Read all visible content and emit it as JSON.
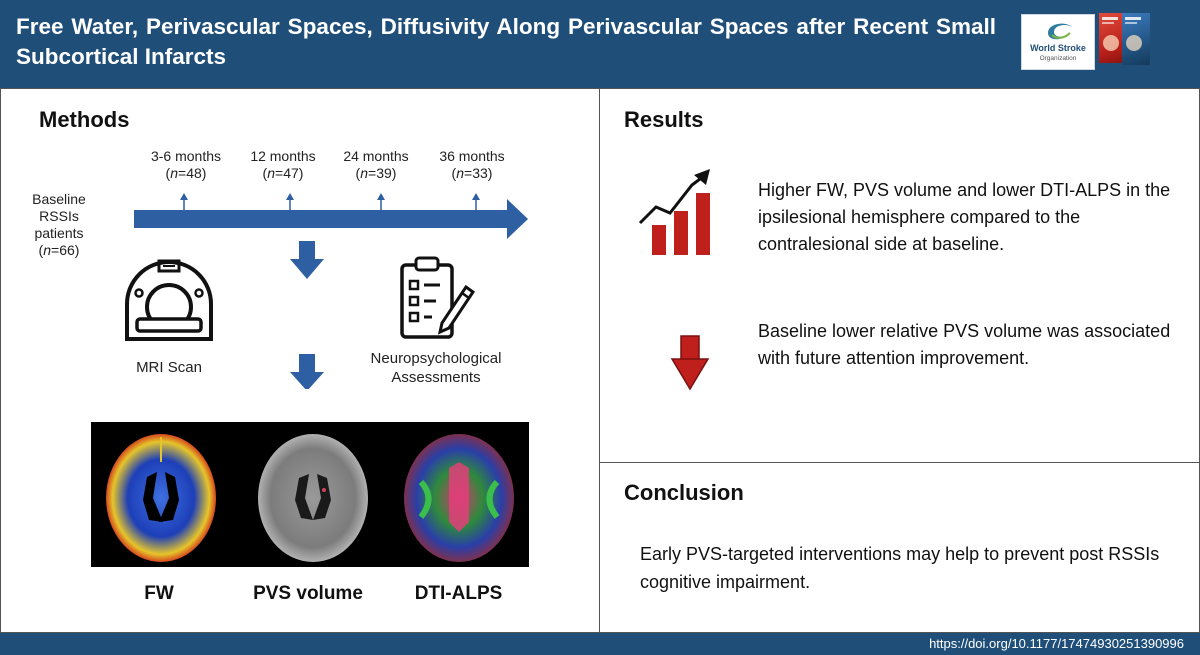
{
  "header": {
    "title": "Free Water, Perivascular Spaces, Diffusivity Along Perivascular Spaces after Recent Small Subcortical Infarcts",
    "logo_name": "World Stroke",
    "logo_sub": "Organization"
  },
  "methods": {
    "title": "Methods",
    "baseline": {
      "line1": "Baseline",
      "line2": "RSSIs patients",
      "n_prefix": "(",
      "n_var": "n",
      "n_value": "=66)"
    },
    "timeline": [
      {
        "label": "3-6 months",
        "n": "=48)"
      },
      {
        "label": "12 months",
        "n": "=47)"
      },
      {
        "label": "24 months",
        "n": "=39)"
      },
      {
        "label": "36 months",
        "n": "=33)"
      }
    ],
    "mri_label": "MRI Scan",
    "neuro_label_1": "Neuropsychological",
    "neuro_label_2": "Assessments",
    "images": [
      {
        "label": "FW"
      },
      {
        "label": "PVS volume"
      },
      {
        "label": "DTI-ALPS"
      }
    ]
  },
  "results": {
    "title": "Results",
    "item1": "Higher FW, PVS volume and lower DTI-ALPS in the ipsilesional hemisphere compared to the contralesional side at baseline.",
    "item2": "Baseline lower relative PVS volume was associated with future attention improvement."
  },
  "conclusion": {
    "title": "Conclusion",
    "text": "Early PVS-targeted interventions may help to prevent post RSSIs cognitive impairment."
  },
  "footer": {
    "doi": "https://doi.org/10.1177/17474930251390996"
  },
  "colors": {
    "header_bg": "#1f4e79",
    "arrow_blue": "#2e5fa3",
    "red": "#c0201c"
  }
}
